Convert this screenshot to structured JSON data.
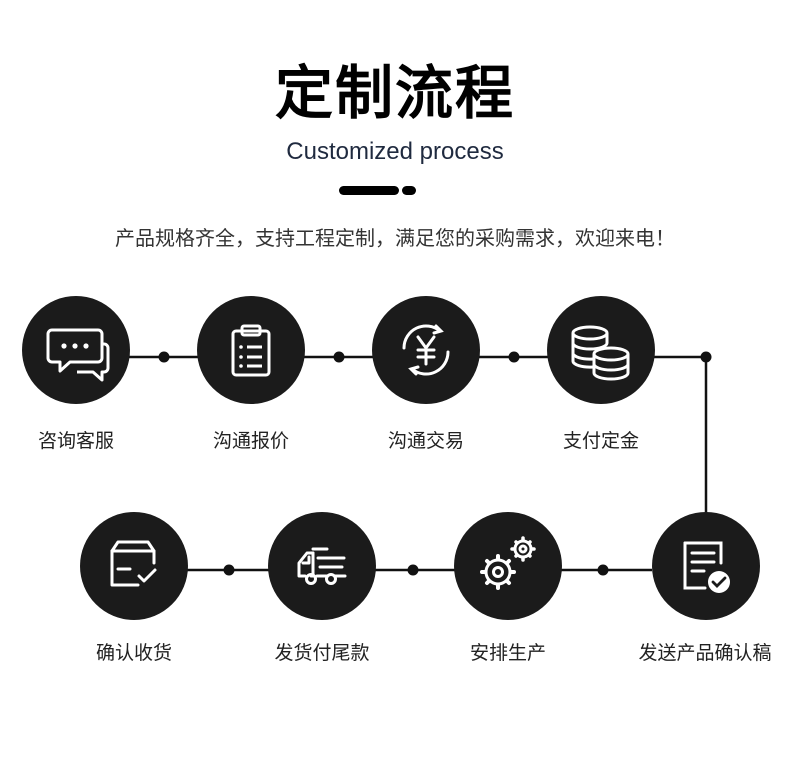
{
  "header": {
    "title": "定制流程",
    "subtitle": "Customized process",
    "description": "产品规格齐全，支持工程定制，满足您的采购需求，欢迎来电！"
  },
  "colors": {
    "circle": "#1b1b1b",
    "line": "#111111",
    "icon": "#ffffff"
  },
  "steps": [
    {
      "label": "咨询客服",
      "icon": "chat-icon"
    },
    {
      "label": "沟通报价",
      "icon": "clipboard-icon"
    },
    {
      "label": "沟通交易",
      "icon": "yuan-exchange-icon"
    },
    {
      "label": "支付定金",
      "icon": "coins-icon"
    },
    {
      "label": "发送产品确认稿",
      "icon": "document-check-icon"
    },
    {
      "label": "安排生产",
      "icon": "gears-icon"
    },
    {
      "label": "发货付尾款",
      "icon": "truck-icon"
    },
    {
      "label": "确认收货",
      "icon": "box-check-icon"
    }
  ]
}
